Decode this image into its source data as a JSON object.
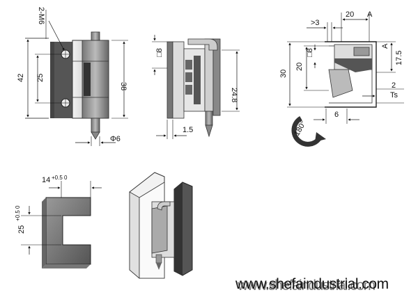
{
  "views": {
    "front": {
      "thread_label": "2-M6",
      "dim_overall": "42",
      "dim_pitch": "25",
      "dim_body": "38",
      "dim_pin": "Φ6"
    },
    "side": {
      "dim_square": "□8",
      "dim_plate": "1.5",
      "dim_pin_len": "24.8"
    },
    "plan": {
      "dim_top": "20",
      "dim_offset": ">3",
      "datum": "A",
      "dim_square": "□8",
      "dim_height": "30",
      "dim_inner": "20",
      "dim_right": "17.5",
      "dim_gap": "2",
      "dim_ts": "Ts",
      "dim_bottom": "6",
      "rotation": "180°"
    },
    "cutout": {
      "dim_width": "14",
      "dim_width_tol": "+0.5\n0",
      "dim_height": "25",
      "dim_height_tol": "+0.5\n0"
    }
  },
  "watermark": {
    "text_a": "www.shefaindustrial.com",
    "text_b": "www.shefaindustrial.com"
  }
}
